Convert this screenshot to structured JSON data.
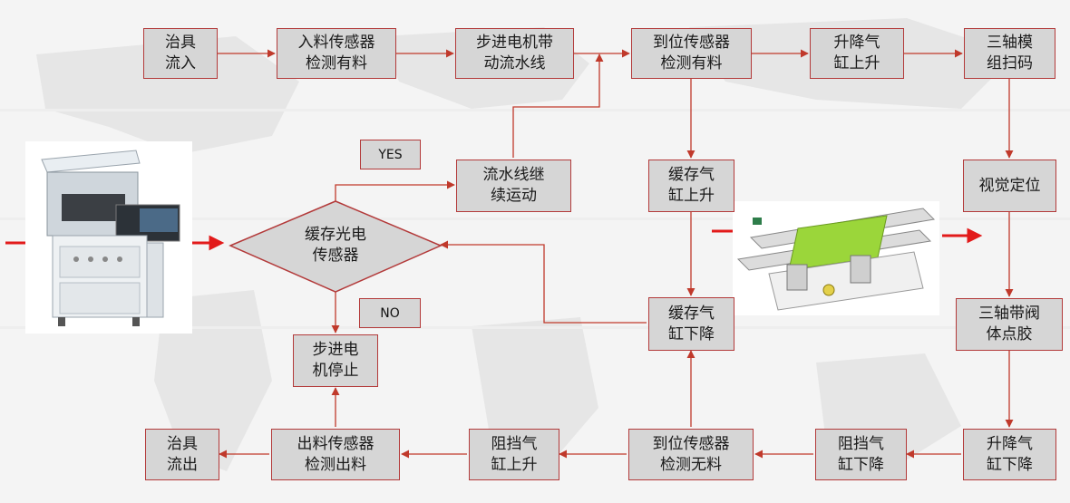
{
  "colors": {
    "box_fill": "#d6d6d6",
    "border": "#b33a3a",
    "arrow": "#c0392b",
    "big_arrow": "#e21a1a",
    "green_plate": "#9bd63a"
  },
  "nodes": {
    "fixture_in": "治具\n流入",
    "infeed_sensor": "入料传感器\n检测有料",
    "stepper_line": "步进电机带\n动流水线",
    "position_sensor_top": "到位传感器\n检测有料",
    "lift_cyl_up": "升降气\n缸上升",
    "scan_3axis": "三轴模\n组扫码",
    "vision": "视觉定位",
    "dispense_3axis": "三轴带阀\n体点胶",
    "lift_cyl_down": "升降气\n缸下降",
    "stop_cyl_down": "阻挡气\n缸下降",
    "position_sensor_empty": "到位传感器\n检测无料",
    "stop_cyl_up": "阻挡气\n缸上升",
    "outfeed_sensor": "出料传感器\n检测出料",
    "fixture_out": "治具\n流出",
    "buffer_cyl_up": "缓存气\n缸上升",
    "buffer_cyl_down": "缓存气\n缸下降",
    "line_continue": "流水线继\n续运动",
    "stepper_stop": "步进电\n机停止",
    "buffer_sensor": "缓存光电\n传感器"
  },
  "labels": {
    "yes": "YES",
    "no": "NO"
  },
  "icons": {
    "machine": "dispensing-machine-photo",
    "conveyor": "conveyor-3d-render"
  }
}
